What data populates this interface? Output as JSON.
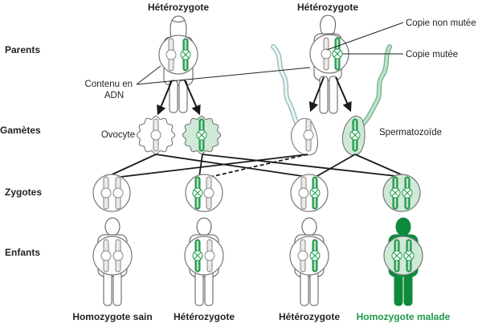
{
  "colors": {
    "mutant": "#1e9a4a",
    "mutant_fill": "#cfe9d6",
    "diseased_body": "#0e8a3c",
    "outline": "#777777",
    "line": "#1a1a1a",
    "healthy_chrom": "#d8d0cc",
    "tail_healthy": "#cfe6e6"
  },
  "rows": {
    "parents": "Parents",
    "gametes": "Gamètes",
    "zygotes": "Zygotes",
    "children": "Enfants"
  },
  "parents": {
    "mother_label": "Hétérozygote",
    "father_label": "Hétérozygote"
  },
  "annotations": {
    "dna_content_line1": "Contenu en",
    "dna_content_line2": "ADN",
    "non_mutated_copy": "Copie non mutée",
    "mutated_copy": "Copie mutée",
    "oocyte": "Ovocyte",
    "sperm": "Spermatozoïde"
  },
  "children": [
    {
      "label": "Homozygote sain",
      "genotype": "healthy-healthy",
      "highlight": false
    },
    {
      "label": "Hétérozygote",
      "genotype": "mutant-healthy",
      "highlight": false
    },
    {
      "label": "Hétérozygote",
      "genotype": "healthy-mutant",
      "highlight": false
    },
    {
      "label": "Homozygote malade",
      "genotype": "mutant-mutant",
      "highlight": true
    }
  ]
}
